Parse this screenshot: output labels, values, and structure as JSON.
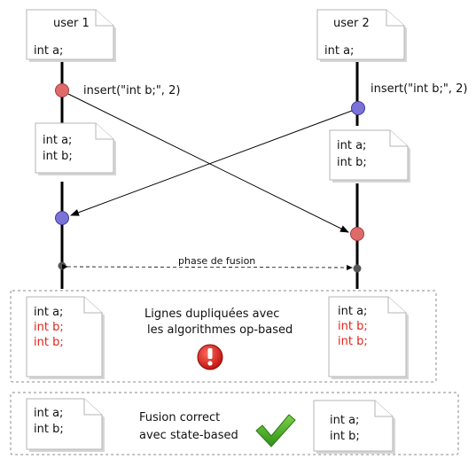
{
  "users": {
    "user1": {
      "label": "user 1",
      "lines": [
        "int a;"
      ]
    },
    "user2": {
      "label": "user 2",
      "lines": [
        "int a;"
      ]
    }
  },
  "operations": {
    "user1_insert": "insert(\"int b;\", 2)",
    "user2_insert": "insert(\"int b;\", 2)"
  },
  "intermediate": {
    "left_lines": [
      "int a;",
      "int b;"
    ],
    "right_lines": [
      "int a;",
      "int b;"
    ]
  },
  "merge_label": "phase de fusion",
  "op_based": {
    "message_line1": "Lignes dupliquées avec",
    "message_line2": "les  algorithmes op-based",
    "left_lines": [
      {
        "text": "int a;",
        "color": "#111111"
      },
      {
        "text": "int b;",
        "color": "#e0241b"
      },
      {
        "text": "int b;",
        "color": "#e0241b"
      }
    ],
    "right_lines": [
      {
        "text": "int a;",
        "color": "#111111"
      },
      {
        "text": "int b;",
        "color": "#e0241b"
      },
      {
        "text": "int b;",
        "color": "#e0241b"
      }
    ],
    "icon": "error-icon"
  },
  "state_based": {
    "message_line1": "Fusion correct",
    "message_line2": "avec state-based",
    "left_lines": [
      "int a;",
      "int b;"
    ],
    "right_lines": [
      "int a;",
      "int b;"
    ],
    "icon": "checkmark-icon"
  },
  "colors": {
    "red_dot": "#e06a6a",
    "blue_dot": "#7a72d6",
    "grey_dot": "#555555",
    "conflict_text": "#e0241b",
    "error_icon": "#d9201f",
    "check_icon": "#4caf2a"
  }
}
